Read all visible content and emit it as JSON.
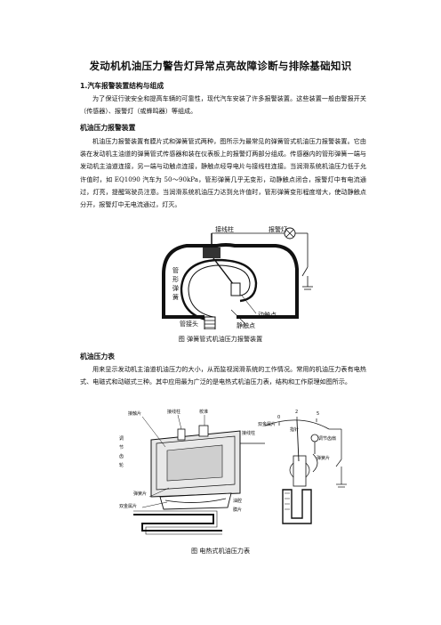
{
  "document": {
    "title": "发动机机油压力警告灯异常点亮故障诊断与排除基础知识",
    "section1": {
      "heading": "1.汽车报警装置结构与组成",
      "para": "为了保证行驶安全和提高车辆的可靠性，现代汽车安装了许多报警装置。这些装置一般由警报开关（传感器）、报警灯（或蜂鸣器）等组成。"
    },
    "section2": {
      "heading": "机油压力报警装置",
      "para": "机油压力报警装置有膜片式和弹簧管式两种，图所示为最常见的弹簧管式机油压力报警装置。它由装在发动机主油道的弹簧管式传感器和装在仪表板上的报警灯两部分组成。传感器内的管形弹簧一端与发动机主油道连接，另一端与动触点连接，静触点经导电片与接线柱连接。当润滑系统机油压力低于允许值时，如 EQ1090 汽车为 50～90kPa，管形弹簧几乎无变形，动静触点闭合，报警灯中有电流通过，灯亮，提醒驾驶员注意。当润滑系统机油压力达到允许值时，管形弹簧变形程度增大，使动静触点分开，报警灯中无电流通过，灯灭。"
    },
    "figure1": {
      "caption": "图  弹簧管式机油压力报警装置",
      "labels": {
        "terminal": "接线柱",
        "warning_lamp": "报警灯",
        "tube_spring": [
          "管",
          "形",
          "弹",
          "簧"
        ],
        "pipe_joint": "管接头",
        "static_contact": "静触点",
        "moving_contact": "动触点"
      }
    },
    "section3": {
      "heading": "机油压力表",
      "para": "用来显示发动机主油道机油压力的大小，从而监视润滑系统的工作情况。常用的机油压力表有电热式、电磁式和动磁式三种。其中应用最为广泛的是电热式机油压力表，结构和工作原理如图所示。"
    },
    "figure2": {
      "caption": "图    电热式机油压力表",
      "labels": {
        "contact_plate": "接触片",
        "terminal_a": "接线柱",
        "calibration": "校准",
        "adjust_gear": [
          "调",
          "节",
          "齿",
          "轮"
        ],
        "terminal_b": "接线柱",
        "bimetal_top": "双金属片",
        "pointer": "指针",
        "scale": [
          "0",
          "2",
          "5"
        ],
        "adjust_gear_b": "调节齿扇",
        "spring_b": "弹簧片",
        "spring_a": "弹簧片",
        "bimetal_bottom": "双金属片",
        "diaphragm_cavity": "油腔",
        "diaphragm": "膜片"
      }
    }
  }
}
